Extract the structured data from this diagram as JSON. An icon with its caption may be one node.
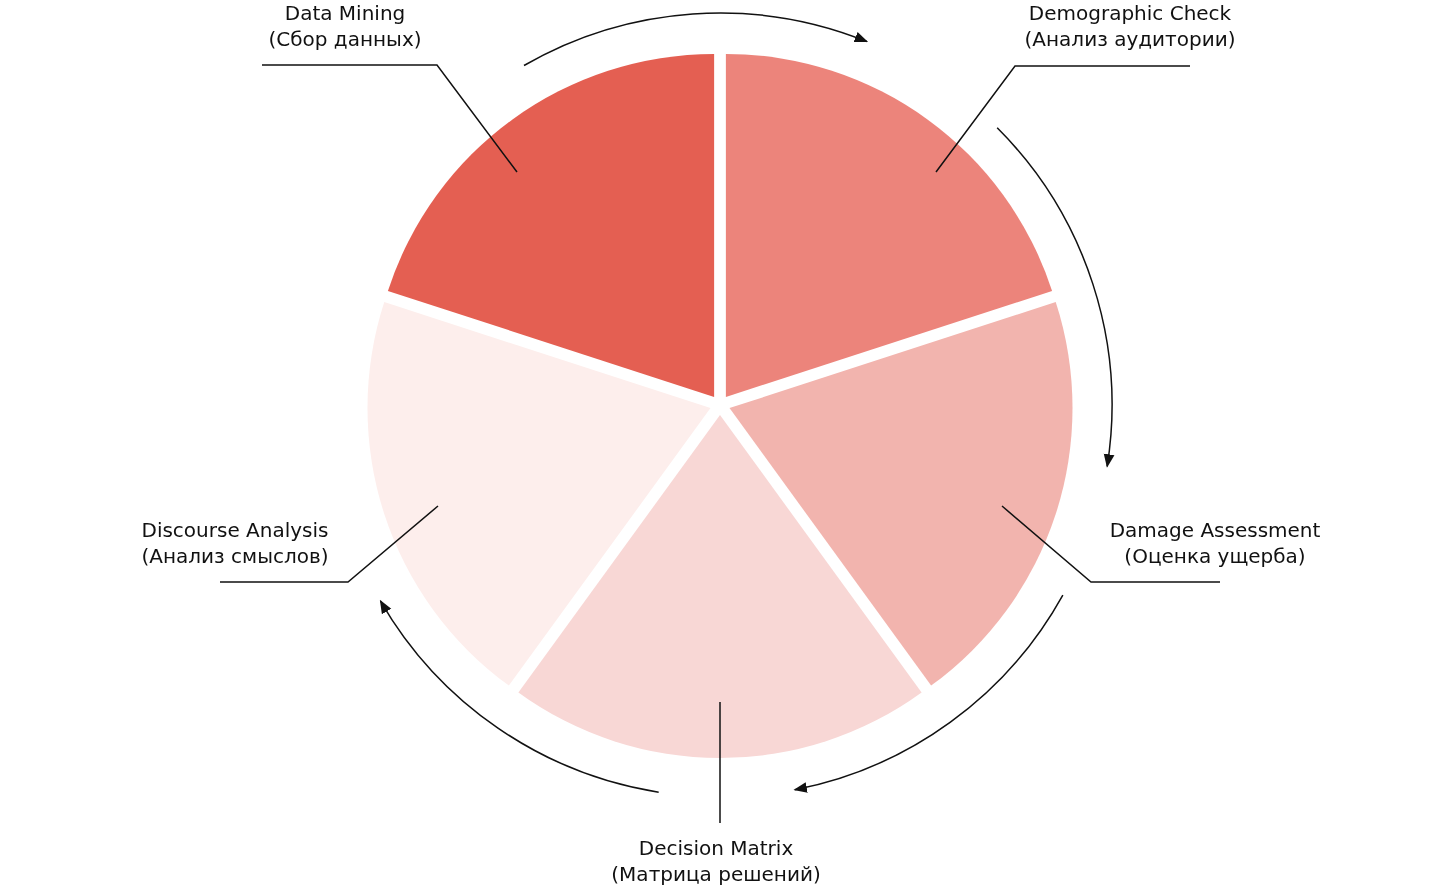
{
  "diagram": {
    "nodes": [
      {
        "text": [
          "Data Mining",
          "(Сбор данных)"
        ]
      },
      {
        "text": [
          "Demographic Check",
          "(Анализ аудитории)"
        ]
      },
      {
        "text": [
          "Discourse Analysis",
          "(Анализ смыслов)"
        ]
      },
      {
        "text": [
          "Damage Assessment",
          "(Оценка ущерба)"
        ]
      },
      {
        "text": [
          "Decision Matrix",
          "(Матрица решений)"
        ]
      },
      {
        "text": [],
        "shape": "wedge"
      },
      {
        "text": [],
        "shape": "wedge"
      },
      {
        "text": [],
        "shape": "wedge"
      },
      {
        "text": [],
        "shape": "wedge"
      },
      {
        "text": [],
        "shape": "wedge"
      }
    ],
    "edges": [
      {
        "from": 0,
        "to": 5,
        "arrow": "none"
      },
      {
        "from": 1,
        "to": 6,
        "arrow": "none"
      },
      {
        "from": 2,
        "to": 7,
        "arrow": "none"
      },
      {
        "from": 3,
        "to": 8,
        "arrow": "none"
      },
      {
        "from": 4,
        "to": 9,
        "arrow": "none"
      }
    ]
  }
}
